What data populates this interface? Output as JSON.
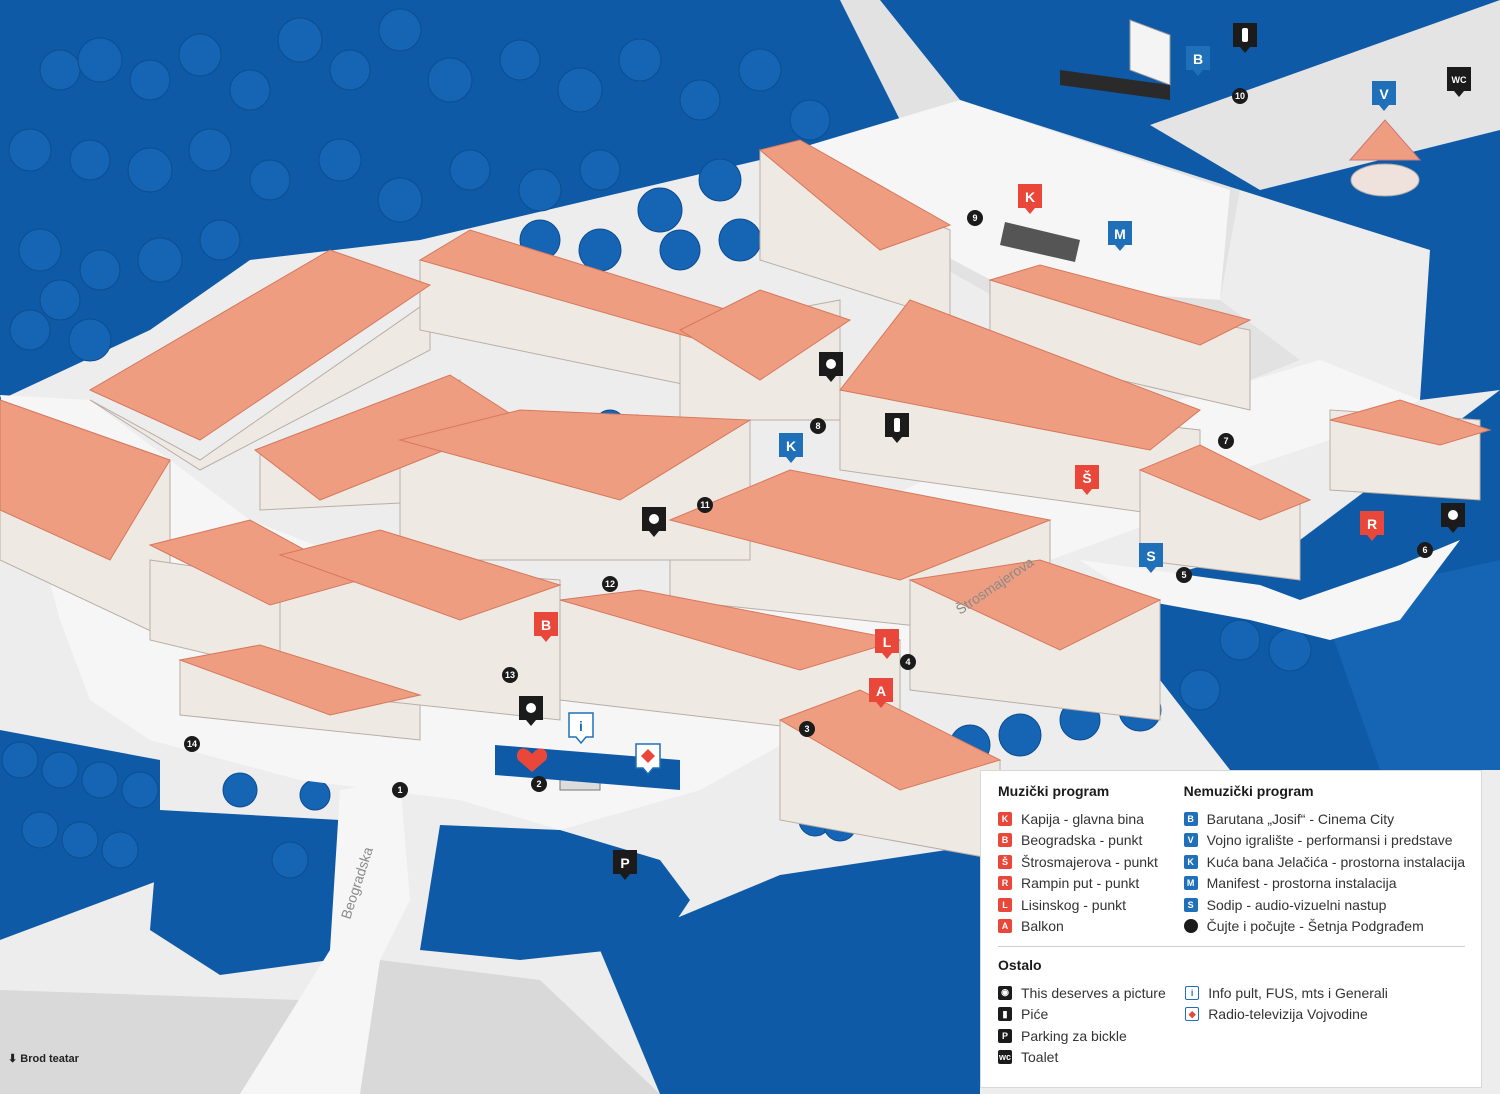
{
  "colors": {
    "water": "#0f5aa6",
    "tree": "#1565b4",
    "trunk": "#9a6a3a",
    "ground": "#ededed",
    "road": "#f6f6f6",
    "roof": "#ef9d80",
    "roof_dark": "#e7896b",
    "wall": "#efe9e4",
    "music": "#e8473a",
    "nonmusic": "#1f70b8",
    "black": "#1b1b1b"
  },
  "streets": {
    "strosmajerova": "Štrosmajerova",
    "beogradska": "Beogradska"
  },
  "map_pins": [
    {
      "letter": "K",
      "kind": "music"
    },
    {
      "letter": "B",
      "kind": "music"
    },
    {
      "letter": "Š",
      "kind": "music"
    },
    {
      "letter": "R",
      "kind": "music"
    },
    {
      "letter": "L",
      "kind": "music"
    },
    {
      "letter": "A",
      "kind": "music"
    },
    {
      "letter": "B",
      "kind": "nonmusic"
    },
    {
      "letter": "V",
      "kind": "nonmusic"
    },
    {
      "letter": "K",
      "kind": "nonmusic"
    },
    {
      "letter": "M",
      "kind": "nonmusic"
    },
    {
      "letter": "S",
      "kind": "nonmusic"
    },
    {
      "letter": "P",
      "kind": "black"
    },
    {
      "letter": "WC",
      "kind": "black"
    }
  ],
  "walk_stops": [
    "1",
    "2",
    "3",
    "4",
    "5",
    "6",
    "7",
    "8",
    "9",
    "10",
    "11",
    "12",
    "13",
    "14"
  ],
  "legend": {
    "music_title": "Muzički program",
    "nonmusic_title": "Nemuzički program",
    "music": [
      {
        "badge": "K",
        "label": "Kapija - glavna bina"
      },
      {
        "badge": "B",
        "label": "Beogradska - punkt"
      },
      {
        "badge": "Š",
        "label": "Štrosmajerova - punkt"
      },
      {
        "badge": "R",
        "label": "Rampin put - punkt"
      },
      {
        "badge": "L",
        "label": "Lisinskog - punkt"
      },
      {
        "badge": "A",
        "label": "Balkon"
      }
    ],
    "nonmusic": [
      {
        "badge": "B",
        "label": "Barutana „Josif“ - Cinema City"
      },
      {
        "badge": "V",
        "label": "Vojno igralište - performansi i predstave"
      },
      {
        "badge": "K",
        "label": "Kuća bana Jelačića - prostorna instalacija"
      },
      {
        "badge": "M",
        "label": "Manifest - prostorna instalacija"
      },
      {
        "badge": "S",
        "label": "Sodip - audio-vizuelni nastup"
      },
      {
        "badge": "",
        "label": "Čujte i počujte - Šetnja Podgrađem"
      }
    ],
    "other_title": "Ostalo",
    "other_left": [
      {
        "icon": "camera-icon",
        "label": "This deserves a picture"
      },
      {
        "icon": "bottle-icon",
        "label": "Piće"
      },
      {
        "icon": "parking-icon",
        "badge": "P",
        "label": "Parking za bickle"
      },
      {
        "icon": "wc-icon",
        "badge": "wc",
        "label": "Toalet"
      }
    ],
    "other_right": [
      {
        "icon": "info-icon",
        "badge": "i",
        "label": "Info pult, FUS, mts i Generali"
      },
      {
        "icon": "rtv-logo-icon",
        "label": "Radio-televizija Vojvodine"
      }
    ]
  },
  "bottom_note": "Brod teatar"
}
